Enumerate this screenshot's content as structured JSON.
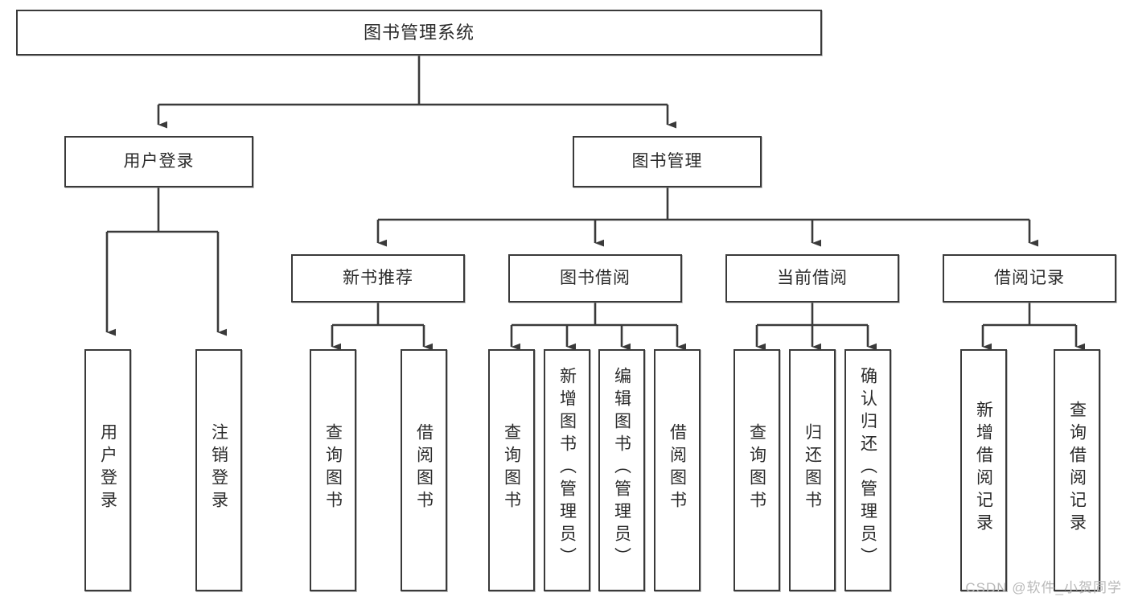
{
  "diagram": {
    "type": "tree",
    "title": "图书管理系统",
    "orientation": "top-down",
    "colors": {
      "box_border": "#3a3a3a",
      "box_fill": "#ffffff",
      "connector": "#3a3a3a",
      "text": "#2b2b2b",
      "watermark": "#b9b9b9"
    },
    "watermark": "CSDN @软件_小贺同学",
    "nodes": {
      "root": {
        "label": "图书管理系统"
      },
      "level2": [
        {
          "id": "user-login",
          "label": "用户登录"
        },
        {
          "id": "book-manage",
          "label": "图书管理"
        }
      ],
      "level3": [
        {
          "id": "new-book-recommend",
          "label": "新书推荐"
        },
        {
          "id": "book-borrow",
          "label": "图书借阅"
        },
        {
          "id": "current-borrow",
          "label": "当前借阅"
        },
        {
          "id": "borrow-record",
          "label": "借阅记录"
        }
      ],
      "leaves": {
        "user-login": [
          {
            "id": "leaf-user-login",
            "label": "用户登录"
          },
          {
            "id": "leaf-user-logout",
            "label": "注销登录"
          }
        ],
        "new-book-recommend": [
          {
            "id": "leaf-query-book-1",
            "label": "查询图书"
          },
          {
            "id": "leaf-borrow-book-1",
            "label": "借阅图书"
          }
        ],
        "book-borrow": [
          {
            "id": "leaf-query-book-2",
            "label": "查询图书"
          },
          {
            "id": "leaf-add-book",
            "label": "新增图书（管理员）"
          },
          {
            "id": "leaf-edit-book",
            "label": "编辑图书（管理员）"
          },
          {
            "id": "leaf-borrow-book-2",
            "label": "借阅图书"
          }
        ],
        "current-borrow": [
          {
            "id": "leaf-query-book-3",
            "label": "查询图书"
          },
          {
            "id": "leaf-return-book",
            "label": "归还图书"
          },
          {
            "id": "leaf-confirm-return",
            "label": "确认归还（管理员）"
          }
        ],
        "borrow-record": [
          {
            "id": "leaf-add-record",
            "label": "新增借阅记录"
          },
          {
            "id": "leaf-query-record",
            "label": "查询借阅记录"
          }
        ]
      }
    }
  }
}
